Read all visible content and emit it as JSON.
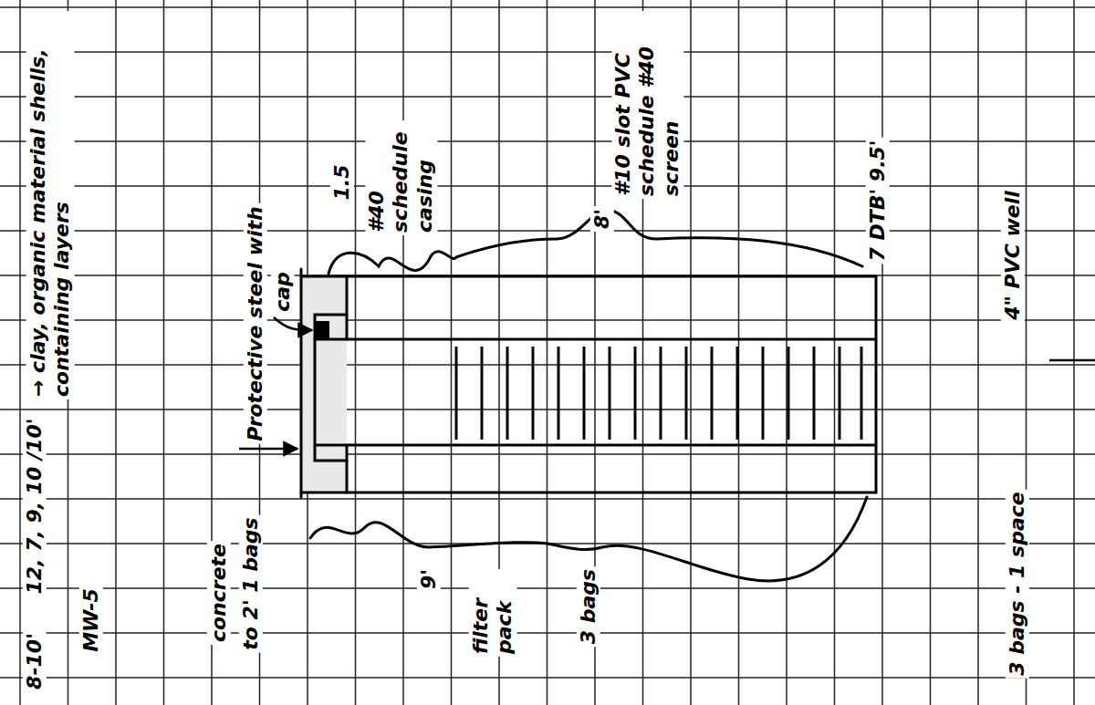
{
  "diagram": {
    "labels": [
      "8-10'",
      "12, 7, 9, 10 /10'",
      "→ clay, organic material shells, containing layers",
      "MW-5",
      "concrete",
      "to 2' 1 bags",
      "Protective steel with",
      "cap",
      "1.5",
      "#40 schedule casing",
      "9'",
      "filter pack",
      "3 bags",
      "8'",
      "#10 slot PVC schedule #40 screen",
      "7 DTB' 9.5'",
      "4\" PVC well",
      "3 bags - 1 space"
    ]
  }
}
